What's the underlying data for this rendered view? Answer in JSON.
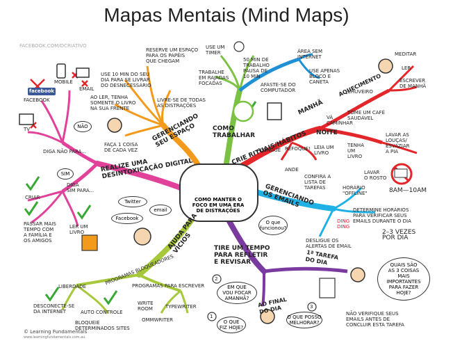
{
  "title": "Mapas Mentais (Mind Maps)",
  "watermark": "FACEBOOK.COM/DCRIATIVO",
  "center": "COMO MANTER O\nFOCO EM UMA ERA\nDE DISTRAÇÕES",
  "branches": {
    "espaco": "GERENCIANDO\nSEU ESPAÇO",
    "trabalhar": "COMO\nTRABALHAR",
    "rituais": "CRIE RITUAIS/HÁBITOS",
    "emails": "GERENCIANDO\nOS EMAILS",
    "refletir": "TIRE UM TEMPO\nPARA REFLETIR\nE REVISAR",
    "ajuda": "AJUDA PARA\nVÍCIOS",
    "desintox": "REALIZE UMA\nDESINTOXICAÇÃO DIGITAL"
  },
  "labels": {
    "reserve": "RESERVE UM ESPAÇO\nPARA OS PAPÉIS\nQUE CHEGAM",
    "use10": "USE 10 MIN DO SEU\nDIA PARA SE LIVRAR\nDO DESNECESSÁRIO",
    "aoler": "AO LER, TENHA\nSOMENTE O LIVRO\nNA SUA FRENTE",
    "livre": "LIVRE-SE DE TODAS\nAS DISTRAÇÕES",
    "facauma": "FAÇA 1 COISA\nDE CADA VEZ",
    "usetimer": "USE UM\nTIMER",
    "min50": "50 MIN DE\nTRABALHO\nPAUSA DE\n10 MIN",
    "rajadas": "TRABALHE\nEM RAJADAS\nFOCADAS",
    "afaste": "AFASTE-SE DO\nCOMPUTADOR",
    "areasem": "ÁREA SEM\nINTERNET",
    "useapenas": "USE APENAS\nBLOCO E\nCANETA",
    "meditar": "MEDITAR",
    "ler": "LER",
    "escrever": "ESCREVER\nDE MANHÃ",
    "manha": "MANHÃ",
    "aquecimento": "AQUECIMENTO",
    "chuveiro": "CHUVEIRO",
    "tomecafe": "TOME UM CAFÉ\nSAUDÁVEL",
    "vacaminhar": "VÁ\nCAMINHAR",
    "noite": "NOITE",
    "lavar": "LAVAR AS\nLOUÇAS/\nESVAZIAR\nA PIA",
    "tenha": "TENHA\nUM\nLIVRO",
    "lavarrosto": "LAVAR\nO ROSTO",
    "alongue": "ALONGUE",
    "refoque": "REFOQUE!",
    "leiaum": "LEIA UM\nLIVRO",
    "ande": "ANDE",
    "confira": "CONFIRA A\nLISTA DE\nTAREFAS",
    "horario": "HORÁRIO\n\"OFFLINE\"",
    "hours": "8am—10am",
    "determine": "DETERMINE HORÁRIOS\nPARA VERIFICAR SEUS\nEMAILS DURANTE O DIA",
    "vezes": "2–3 VEZES\nPOR DIA",
    "desligue": "DESLIGUE OS\nALERTAS DE EMAIL",
    "ding": "DING\nDING",
    "quefuncionou": "O que\nfuncionou?",
    "tarefa": "1ª TAREFA\nDO DIA",
    "quais": "QUAIS SÃO\nAS 3 COISAS\nMAIS\nIMPORTANTES\nPARA FAZER\nHOJE?",
    "naoverifique": "NÃO VERIFIQUE SEUS\nEMAILS ANTES DE\nCONCLUIR ESTA TAREFA",
    "aofinal": "AO FINAL\nDO DIA",
    "emque": "EM QUE\nVOU FOCAR\nAMANHÃ?",
    "oque": "O QUE\nFIZ HOJE?",
    "oquepossso": "O QUE POSSO\nMELHORAR?",
    "n1": "1",
    "n2": "2",
    "n3": "3",
    "twitter": "Twitter",
    "email2": "email",
    "facebook2": "Facebook",
    "programas": "PROGRAMAS BLOQUEADORES",
    "programasesc": "PROGRAMAS PARA ESCREVER",
    "writeroom": "WRITE\nROOM",
    "typewriter": "TYPEWRITER",
    "ommwriter": "OMMWRITER",
    "autocontrole": "AUTO CONTROLE",
    "liberdade": "LIBERDADE",
    "desconecte": "DESCONECTE-SE\nDA INTERNET",
    "bloqueie": "BLOQUEIE\nDETERMINADOS SITES",
    "mobile": "MOBILE",
    "email": "EMAIL",
    "facebook": "FACEBOOK",
    "fblogo": "facebook",
    "tv": "TV",
    "nao": "NÃO",
    "diganao": "DIGA NÃO PARA...",
    "sim": "SIM",
    "digasim": "DIGA\nSIM PARA...",
    "criar": "CRIAR",
    "passar": "PASSAR MAIS\nTEMPO COM\nA FAMÍLIA E\nOS AMIGOS",
    "lerum": "LER UM\nLIVRO"
  },
  "footer": "© Learning Fundamentals",
  "footer_url": "www.learningfundamentals.com.au",
  "colors": {
    "orange": "#f39a1d",
    "green": "#7cc242",
    "blue": "#1f8fd6",
    "red": "#e2262a",
    "lightblue": "#1fb1e6",
    "purple": "#7a3aa0",
    "yellowgreen": "#a7c83b",
    "pink": "#e2419a",
    "check": "#39a935",
    "cross": "#e2262a"
  }
}
